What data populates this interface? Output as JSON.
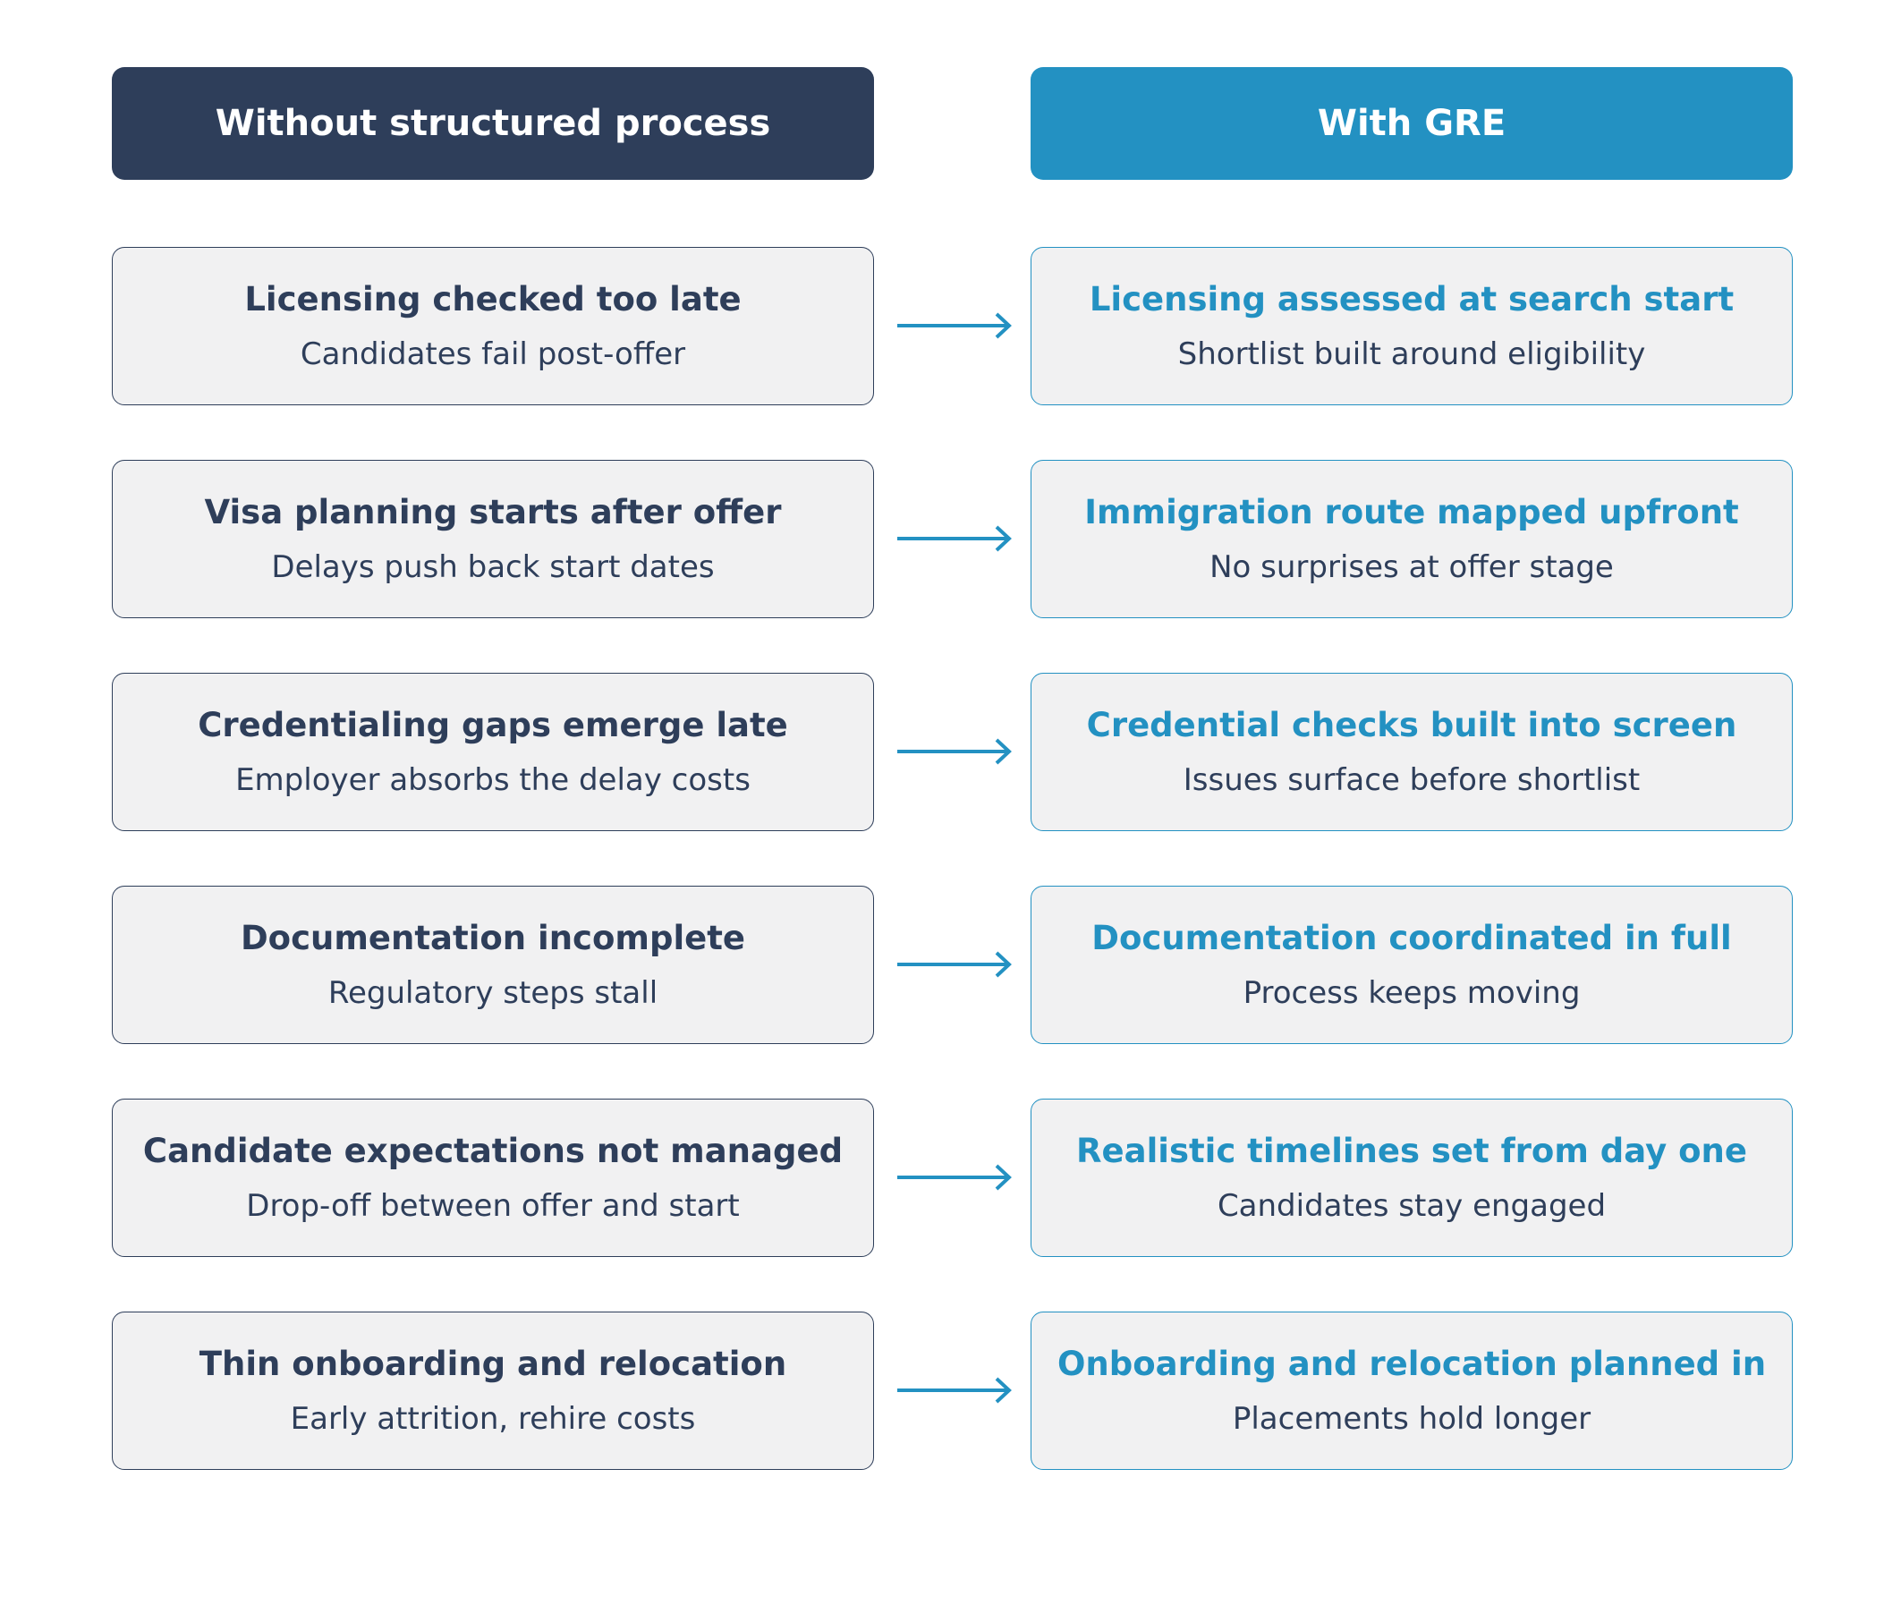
{
  "headers": {
    "left": "Without structured process",
    "right": "With GRE"
  },
  "colors": {
    "navy": "#2e3e5a",
    "blue": "#2391c2",
    "card_bg": "#f1f1f2"
  },
  "rows": [
    {
      "left": {
        "title": "Licensing checked too late",
        "subtitle": "Candidates fail post-offer"
      },
      "right": {
        "title": "Licensing assessed at search start",
        "subtitle": "Shortlist built around eligibility"
      }
    },
    {
      "left": {
        "title": "Visa planning starts after offer",
        "subtitle": "Delays push back start dates"
      },
      "right": {
        "title": "Immigration route mapped upfront",
        "subtitle": "No surprises at offer stage"
      }
    },
    {
      "left": {
        "title": "Credentialing gaps emerge late",
        "subtitle": "Employer absorbs the delay costs"
      },
      "right": {
        "title": "Credential checks built into screen",
        "subtitle": "Issues surface before shortlist"
      }
    },
    {
      "left": {
        "title": "Documentation incomplete",
        "subtitle": "Regulatory steps stall"
      },
      "right": {
        "title": "Documentation coordinated in full",
        "subtitle": "Process keeps moving"
      }
    },
    {
      "left": {
        "title": "Candidate expectations not managed",
        "subtitle": "Drop-off between offer and start"
      },
      "right": {
        "title": "Realistic timelines set from day one",
        "subtitle": "Candidates stay engaged"
      }
    },
    {
      "left": {
        "title": "Thin onboarding and relocation",
        "subtitle": "Early attrition, rehire costs"
      },
      "right": {
        "title": "Onboarding and relocation planned in",
        "subtitle": "Placements hold longer"
      }
    }
  ]
}
